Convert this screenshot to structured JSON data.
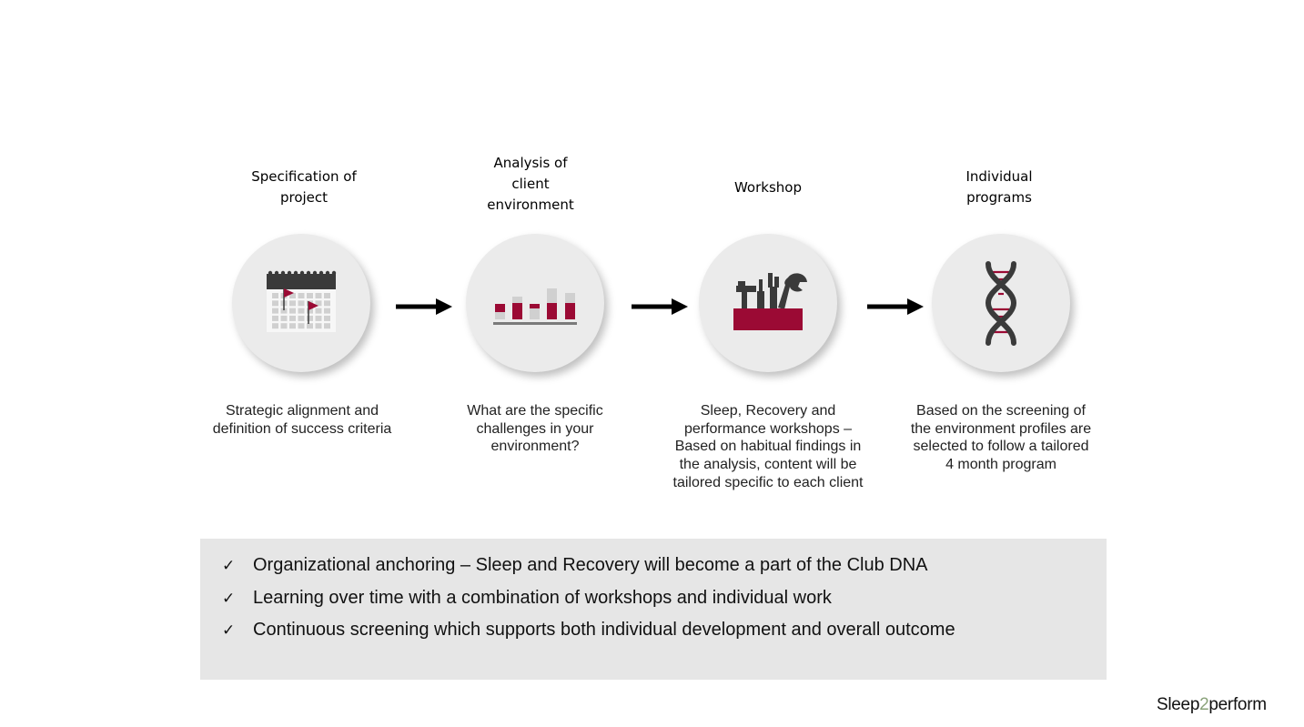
{
  "steps": [
    {
      "title": "Specification of\nproject",
      "icon": "calendar-icon",
      "description": "Strategic alignment and\ndefinition of success criteria"
    },
    {
      "title": "Analysis of\nclient\nenvironment",
      "icon": "bar-chart-icon",
      "description": "What are the specific\nchallenges in your\nenvironment?"
    },
    {
      "title": "Workshop",
      "icon": "toolbox-icon",
      "description": "Sleep, Recovery and\nperformance workshops –\nBased on habitual findings in\nthe analysis, content will be\ntailored specific to each client"
    },
    {
      "title": "Individual\nprograms",
      "icon": "dna-icon",
      "description": "Based on the screening of\nthe environment profiles are\nselected to follow a tailored\n4 month program"
    }
  ],
  "bullets": [
    "Organizational anchoring – Sleep and Recovery will become a part of the Club DNA",
    "Learning over time with a combination of workshops and individual work",
    "Continuous screening which supports both individual development and overall outcome"
  ],
  "check_symbol": "✓",
  "logo": {
    "part1": "Sleep",
    "part2": "2",
    "part3": "perform"
  },
  "colors": {
    "accent": "#9b0a34",
    "icon_dark": "#3a3a3a",
    "icon_light": "#d0d0d0",
    "circle": "#ebebeb",
    "box": "#e6e6e6",
    "logo_two": "#8aa27a"
  }
}
